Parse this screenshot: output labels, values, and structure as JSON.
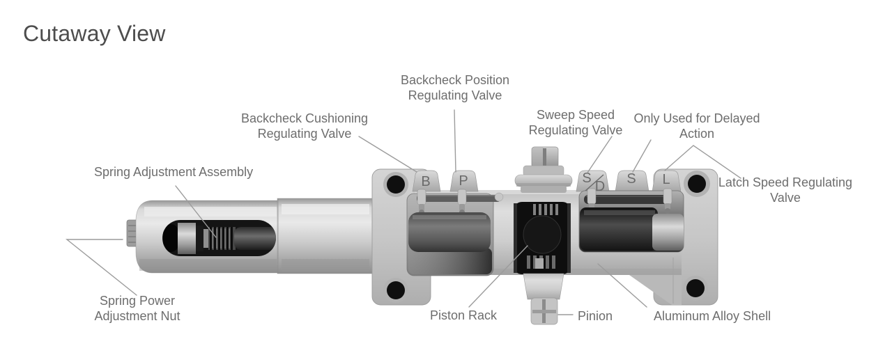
{
  "title": "Cutaway View",
  "diagram": {
    "labels": {
      "backcheck_position": {
        "lines": [
          "Backcheck Position",
          "Regulating Valve"
        ]
      },
      "backcheck_cushioning": {
        "lines": [
          "Backcheck Cushioning",
          "Regulating Valve"
        ]
      },
      "sweep_speed": {
        "lines": [
          "Sweep Speed",
          "Regulating Valve"
        ]
      },
      "delayed_action": {
        "lines": [
          "Only Used for Delayed",
          "Action"
        ]
      },
      "spring_adjustment": {
        "lines": [
          "Spring Adjustment Assembly"
        ]
      },
      "latch_speed": {
        "lines": [
          "Latch Speed Regulating",
          "Valve"
        ]
      },
      "spring_power": {
        "lines": [
          "Spring Power",
          "Adjustment Nut"
        ]
      },
      "piston_rack": {
        "lines": [
          "Piston Rack"
        ]
      },
      "pinion": {
        "lines": [
          "Pinion"
        ]
      },
      "aluminum_shell": {
        "lines": [
          "Aluminum Alloy Shell"
        ]
      }
    },
    "valve_markings": {
      "backcheck": "B",
      "backcheck_position": "P",
      "sweep_delay_top": "S",
      "sweep_delay_bottom": "D",
      "sweep": "S",
      "latch": "L"
    },
    "colors": {
      "title_text": "#4d4d4d",
      "label_text": "#6d6d6d",
      "leader_line": "#9c9c9c",
      "metal_light": "#d8d8d8",
      "metal_dark": "#1a1a1a"
    }
  }
}
